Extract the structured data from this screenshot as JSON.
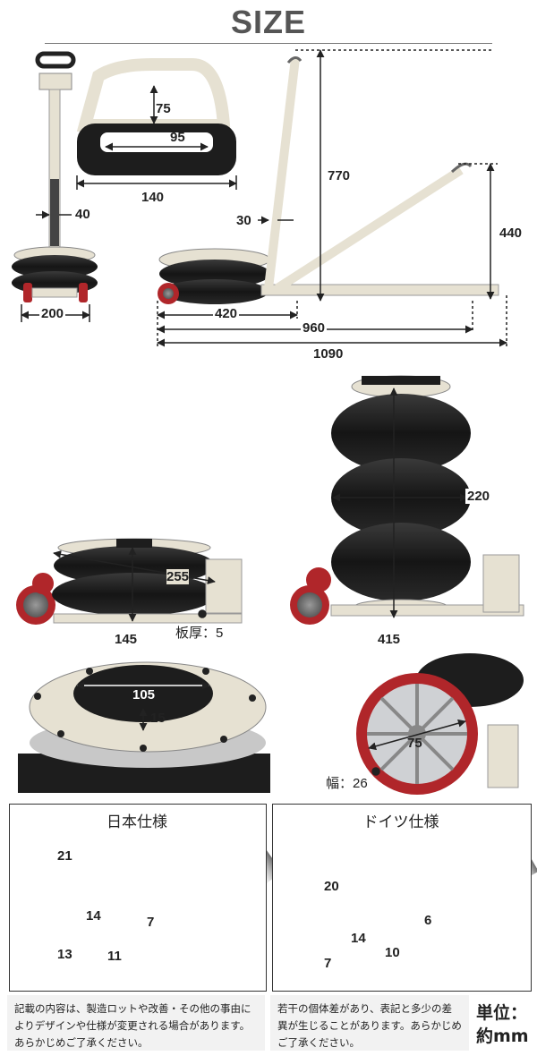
{
  "header": {
    "title": "SIZE"
  },
  "dimensions": {
    "d_handle_h": "75",
    "d_handle_inner_w": "95",
    "d_handle_w": "140",
    "d_pole": "40",
    "d_base_w": "200",
    "d_wall": "30",
    "d_height_full": "770",
    "d_height_angled": "440",
    "d_len_420": "420",
    "d_len_960": "960",
    "d_len_1090": "1090",
    "d_collapsed_h": "145",
    "d_disk": "255",
    "d_plate": "板厚：5",
    "d_extended": "220",
    "d_max_h": "415",
    "d_pad_outer": "105",
    "d_pad_h": "15",
    "d_wheel": "75",
    "d_wheel_width": "幅：26"
  },
  "spec_jp": {
    "title": "日本仕様",
    "d_21": "21",
    "d_14": "14",
    "d_13": "13",
    "d_7": "7",
    "d_11": "11"
  },
  "spec_de": {
    "title": "ドイツ仕様",
    "d_20": "20",
    "d_14": "14",
    "d_7": "7",
    "d_6": "6",
    "d_10": "10"
  },
  "notes": {
    "left": "記載の内容は、製造ロットや改善・その他の事由によりデザインや仕様が変更される場合があります。あらかじめご了承ください。",
    "right": "若干の個体差があり、表記と多少の差異が生じることがあります。あらかじめご了承ください。",
    "unit_line1": "単位：",
    "unit_line2": "約mm"
  },
  "colors": {
    "bellow": "#1d1d1d",
    "frame": "#e6e1d2",
    "wheel_red": "#b0262a",
    "steel": "#c8c8c8"
  }
}
